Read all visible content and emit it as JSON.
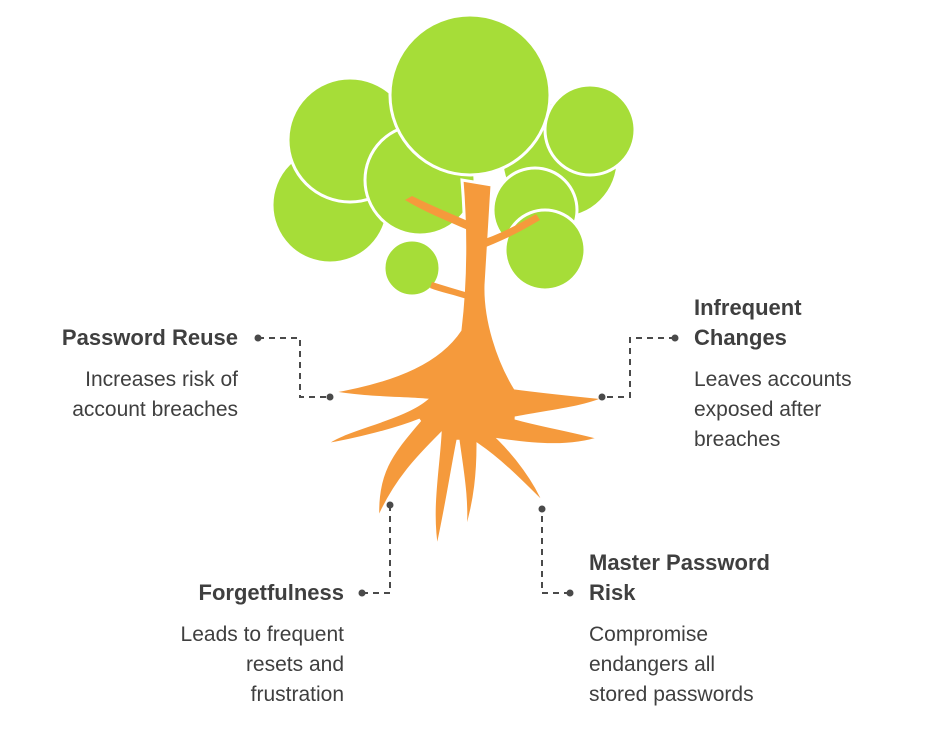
{
  "colors": {
    "foliage": "#a6dd38",
    "trunk": "#f59a3c",
    "text": "#3f3f3f",
    "connector": "#4a4a4a"
  },
  "icon": "tree-with-roots",
  "callouts": {
    "password_reuse": {
      "title": "Password Reuse",
      "desc_lines": [
        "Increases risk of",
        "account breaches"
      ]
    },
    "infrequent_changes": {
      "title_lines": [
        "Infrequent",
        "Changes"
      ],
      "desc_lines": [
        "Leaves accounts",
        "exposed after",
        "breaches"
      ]
    },
    "forgetfulness": {
      "title": "Forgetfulness",
      "desc_lines": [
        "Leads to frequent",
        "resets and",
        "frustration"
      ]
    },
    "master_password_risk": {
      "title_lines": [
        "Master Password",
        "Risk"
      ],
      "desc_lines": [
        "Compromise",
        "endangers all",
        "stored passwords"
      ]
    }
  }
}
